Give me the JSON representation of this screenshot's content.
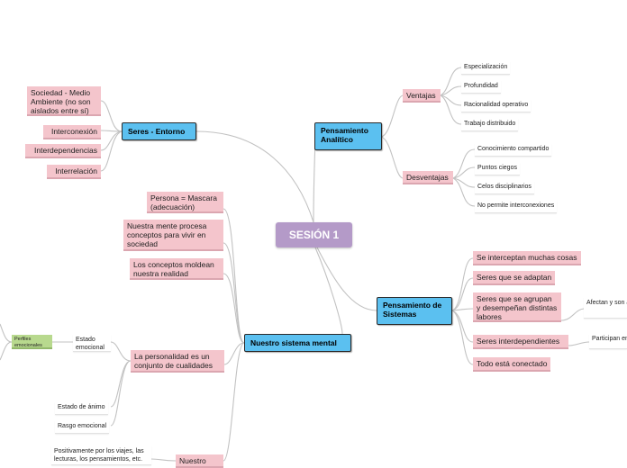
{
  "root": {
    "label": "SESIÓN 1"
  },
  "pensamiento_analitico": {
    "label": "Pensamiento Analítico",
    "ventajas": {
      "label": "Ventajas",
      "items": [
        "Especialización",
        "Profundidad",
        "Racionalidad operativo",
        "Trabajo distribuido"
      ]
    },
    "desventajas": {
      "label": "Desventajas",
      "items": [
        "Conocimiento compartido",
        "Puntos ciegos",
        "Celos disciplinarios",
        "No permite interconexiones"
      ]
    }
  },
  "pensamiento_sistemas": {
    "label": "Pensamiento de Sistemas",
    "items": [
      "Se interceptan muchas cosas",
      "Seres que se adaptan",
      "Seres que se agrupan y desempeñan distintas labores",
      "Seres interdependientes",
      "Todo está conectado"
    ],
    "sub_agrupan": "Afectan y son afectados por el entorno",
    "sub_interdependientes": "Participan en procesos de retroalimentación"
  },
  "seres_entorno": {
    "label": "Seres - Entorno",
    "items": [
      "Sociedad - Medio Ambiente (no son aislados entre sí)",
      "Interconexión",
      "Interdependencias",
      "Interrelación"
    ]
  },
  "sistema_mental": {
    "label": "Nuestro sistema mental",
    "items": [
      "Persona = Mascara (adecuación)",
      "Nuestra mente procesa conceptos para vivir en sociedad",
      "Los conceptos moldean nuestra realidad",
      "La personalidad es un conjunto de cualidades",
      "Nuestro cerebro se..."
    ],
    "personalidad_children": [
      "Estado emocional",
      "Estado de ánimo",
      "Rasgo emocional"
    ],
    "perfiles": "Perfiles emocionales",
    "cerebro_child": "Positivamente por los viajes, las lecturas, los pensamientos, etc."
  }
}
